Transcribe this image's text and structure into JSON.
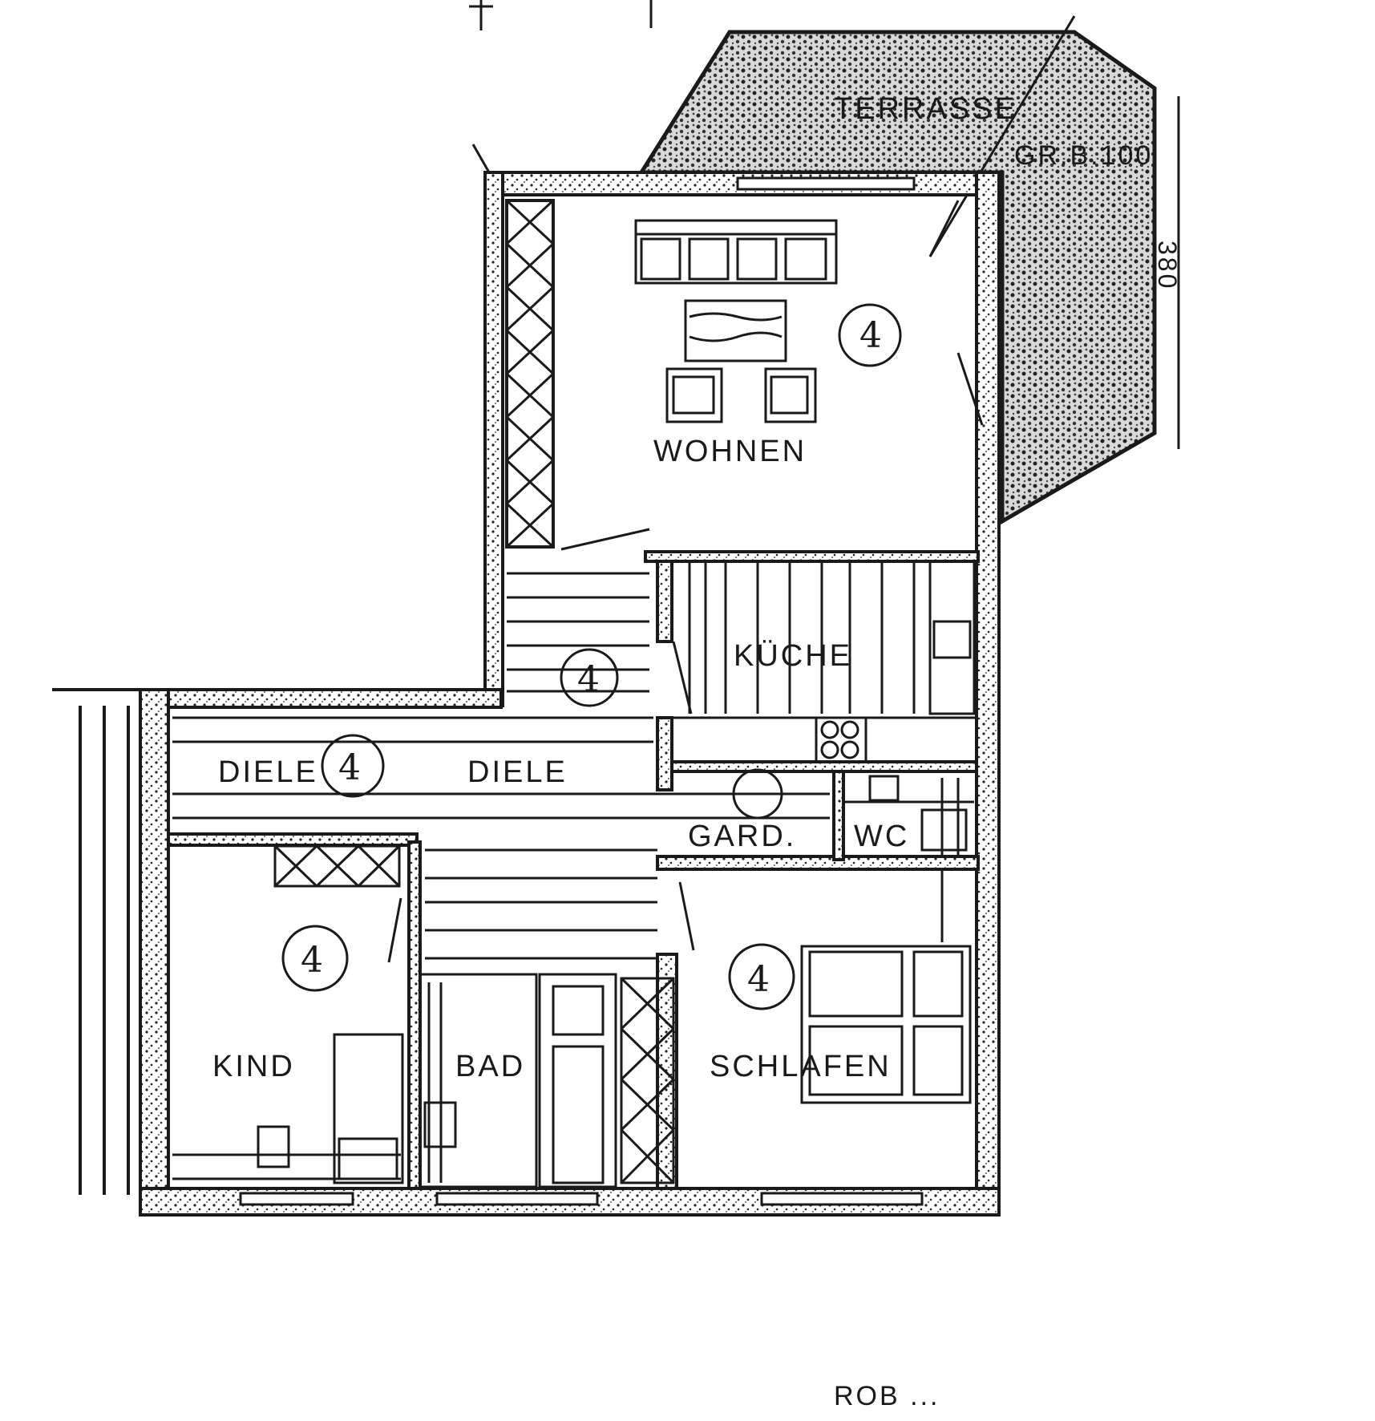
{
  "plan": {
    "terrace_label": "TERRASSE",
    "terrace_note": "GR.B.100",
    "side_dimension": "380",
    "bottom_note": "ROB ...",
    "rooms": {
      "wohnen": "WOHNEN",
      "kueche": "KÜCHE",
      "diele_left": "DIELE",
      "diele_right": "DIELE",
      "gard": "GARD.",
      "wc": "WC",
      "kind": "KIND",
      "bad": "BAD",
      "schlafen": "SCHLAFEN"
    },
    "room_marker": "4"
  },
  "colors": {
    "ink": "#1a1a1a",
    "paper": "#ffffff"
  }
}
